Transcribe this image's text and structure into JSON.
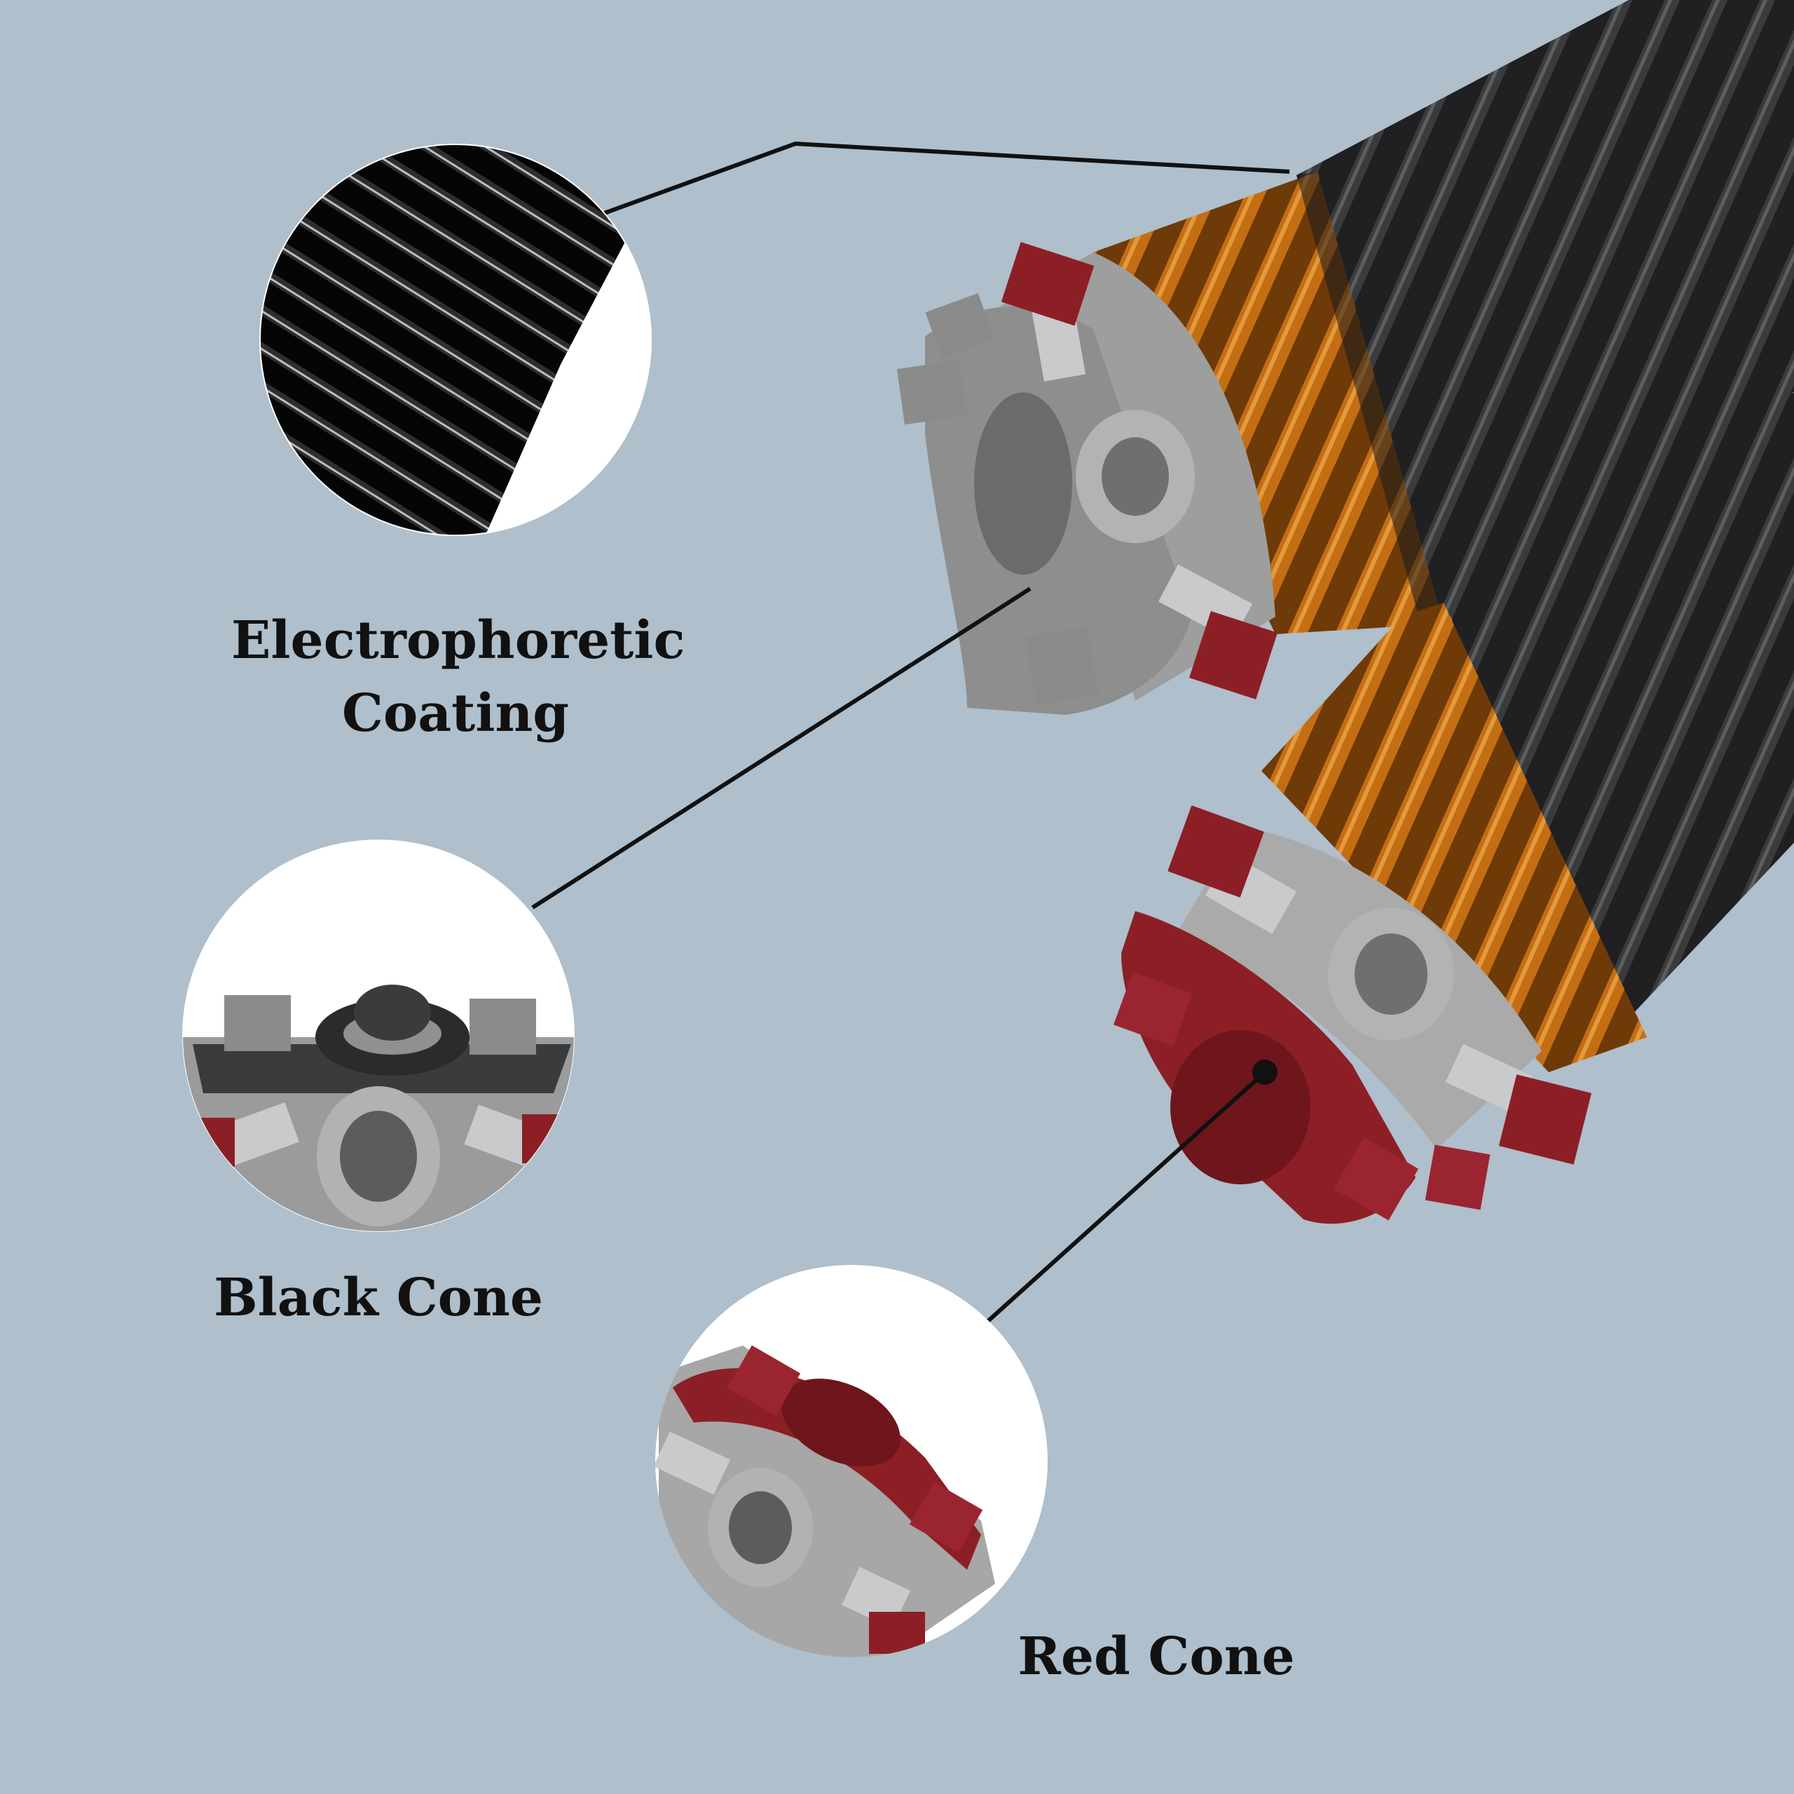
{
  "labels": {
    "coating_line1": "Electrophoretic",
    "coating_line2": "Coating",
    "black_cone": "Black Cone",
    "red_cone": "Red Cone"
  },
  "colors": {
    "background": "#afbfcb",
    "spring_black": "#1c1c1e",
    "spring_orange": "#b8640f",
    "cone_red": "#8c1f26",
    "metal": "#a8a9a8",
    "leader_line": "#111111",
    "text": "#111111"
  }
}
